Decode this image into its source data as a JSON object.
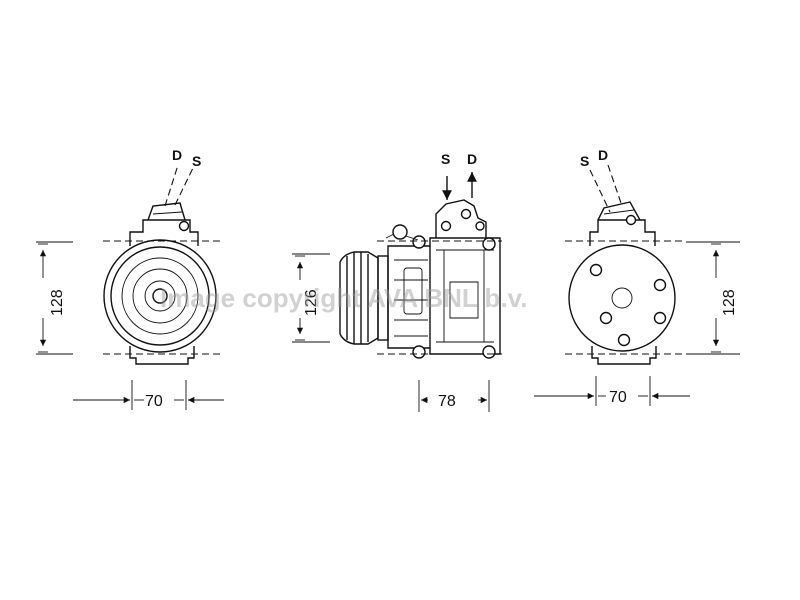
{
  "views": {
    "left": {
      "dim_height": "128",
      "dim_width": "70",
      "port_d": "D",
      "port_s": "S"
    },
    "center": {
      "dim_height": "126",
      "dim_width": "78",
      "port_s": "S",
      "port_d": "D"
    },
    "right": {
      "dim_height": "128",
      "dim_width": "70",
      "port_s": "S",
      "port_d": "D"
    }
  },
  "watermark": "Image copyright AVA BNL b.v.",
  "colors": {
    "line": "#111111",
    "background": "#ffffff",
    "watermark": "#9a9a9a"
  }
}
